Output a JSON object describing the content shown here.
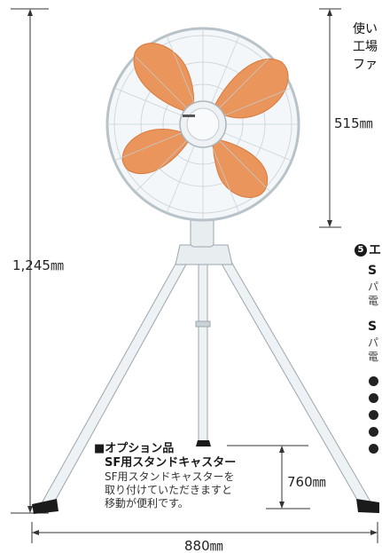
{
  "dimensions": {
    "height_total": "1,245㎜",
    "head_size": "515㎜",
    "leg_height": "760㎜",
    "width": "880㎜"
  },
  "right_panel": {
    "intro_lines": [
      "使い",
      "工場",
      "ファ"
    ],
    "section_number": "5",
    "section_heading": "エ",
    "spec_items": [
      {
        "code": "S",
        "line1": "パ",
        "line2": "電"
      },
      {
        "code": "S",
        "line1": "パ",
        "line2": "電"
      }
    ],
    "bullet_count": 5
  },
  "option": {
    "title_line1": "■オプション品",
    "title_line2": "SF用スタンドキャスター",
    "body_lines": [
      "SF用スタンドキャスターを",
      "取り付けていただきますと",
      "移動が便利です。"
    ]
  },
  "colors": {
    "blade": "#e9955c",
    "blade_edge": "#d87a3e",
    "body": "#e7ecf0",
    "line": "#222222"
  }
}
